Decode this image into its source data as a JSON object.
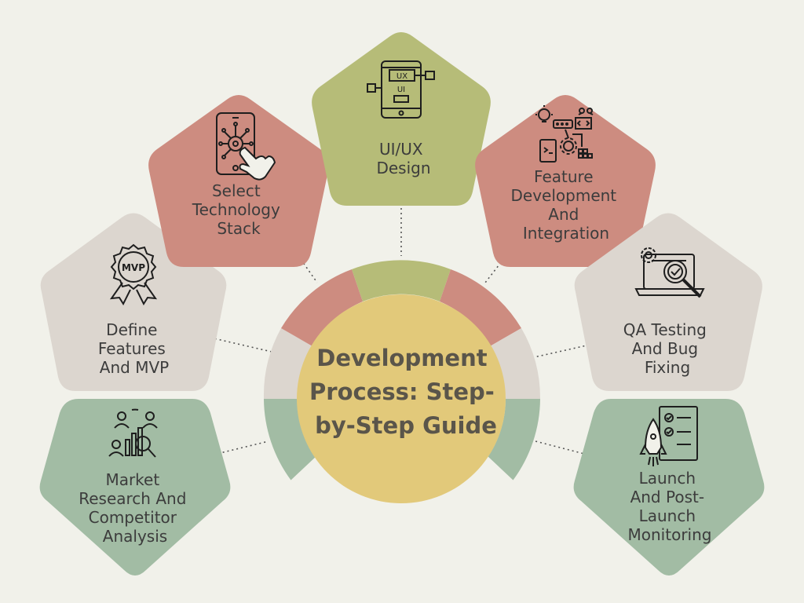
{
  "center": {
    "lines": [
      "Development",
      "Process: Step-",
      "by-Step Guide"
    ]
  },
  "colors": {
    "background": "#f1f1ea",
    "center_fill": "#e2c97a",
    "center_text": "#5a554a",
    "node_text": "#3c3c3c",
    "icon_stroke": "#1e1e1e",
    "green": "#b6bc78",
    "red": "#cd8c80",
    "beige": "#dcd6cf",
    "sage": "#a2bca4",
    "connector": "#555555"
  },
  "steps": [
    {
      "id": "market-research",
      "lines": [
        "Market",
        "Research And",
        "Competitor",
        "Analysis"
      ],
      "color": "sage",
      "icon": "analytics-people-icon"
    },
    {
      "id": "define-features",
      "lines": [
        "Define",
        "Features",
        "And MVP"
      ],
      "color": "beige",
      "icon": "mvp-badge-icon"
    },
    {
      "id": "select-technology",
      "lines": [
        "Select",
        "Technology",
        "Stack"
      ],
      "color": "red",
      "icon": "touch-phone-icon"
    },
    {
      "id": "ui-ux-design",
      "lines": [
        "UI/UX",
        "Design"
      ],
      "color": "green",
      "icon": "ux-ui-phone-icon"
    },
    {
      "id": "feature-development",
      "lines": [
        "Feature",
        "Development",
        "And",
        "Integration"
      ],
      "color": "red",
      "icon": "development-tools-icon"
    },
    {
      "id": "qa-testing",
      "lines": [
        "QA Testing",
        "And Bug",
        "Fixing"
      ],
      "color": "beige",
      "icon": "laptop-magnifier-icon"
    },
    {
      "id": "launch",
      "lines": [
        "Launch",
        "And Post-",
        "Launch",
        "Monitoring"
      ],
      "color": "sage",
      "icon": "rocket-checklist-icon"
    }
  ]
}
